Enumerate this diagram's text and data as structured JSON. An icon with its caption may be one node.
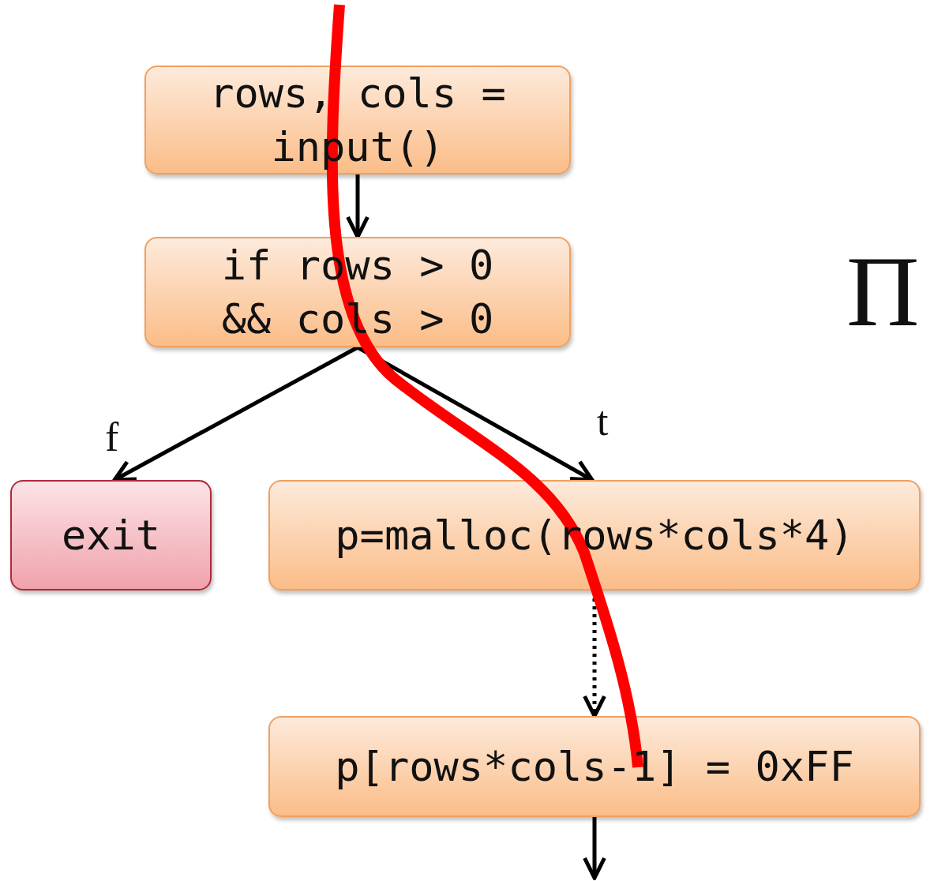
{
  "diagram": {
    "nodes": [
      {
        "text": [
          "rows, cols = input()"
        ]
      },
      {
        "text": [
          "if rows > 0 && cols > 0"
        ]
      },
      {
        "text": [
          "exit"
        ]
      },
      {
        "text": [
          "p=malloc(rows*cols*4)"
        ]
      },
      {
        "text": [
          "p[rows*cols-1] = 0xFF"
        ]
      }
    ],
    "edges": [
      {
        "from": 0,
        "to": 1,
        "arrow": "to"
      },
      {
        "from": 1,
        "to": 2,
        "arrow": "to",
        "label": "f"
      },
      {
        "from": 1,
        "to": 3,
        "arrow": "to",
        "label": "t"
      },
      {
        "from": 3,
        "to": 4,
        "arrow": "to",
        "style": "dashed"
      },
      {
        "from": 4,
        "to": null,
        "arrow": "to"
      }
    ],
    "labels": [
      "Π"
    ]
  }
}
